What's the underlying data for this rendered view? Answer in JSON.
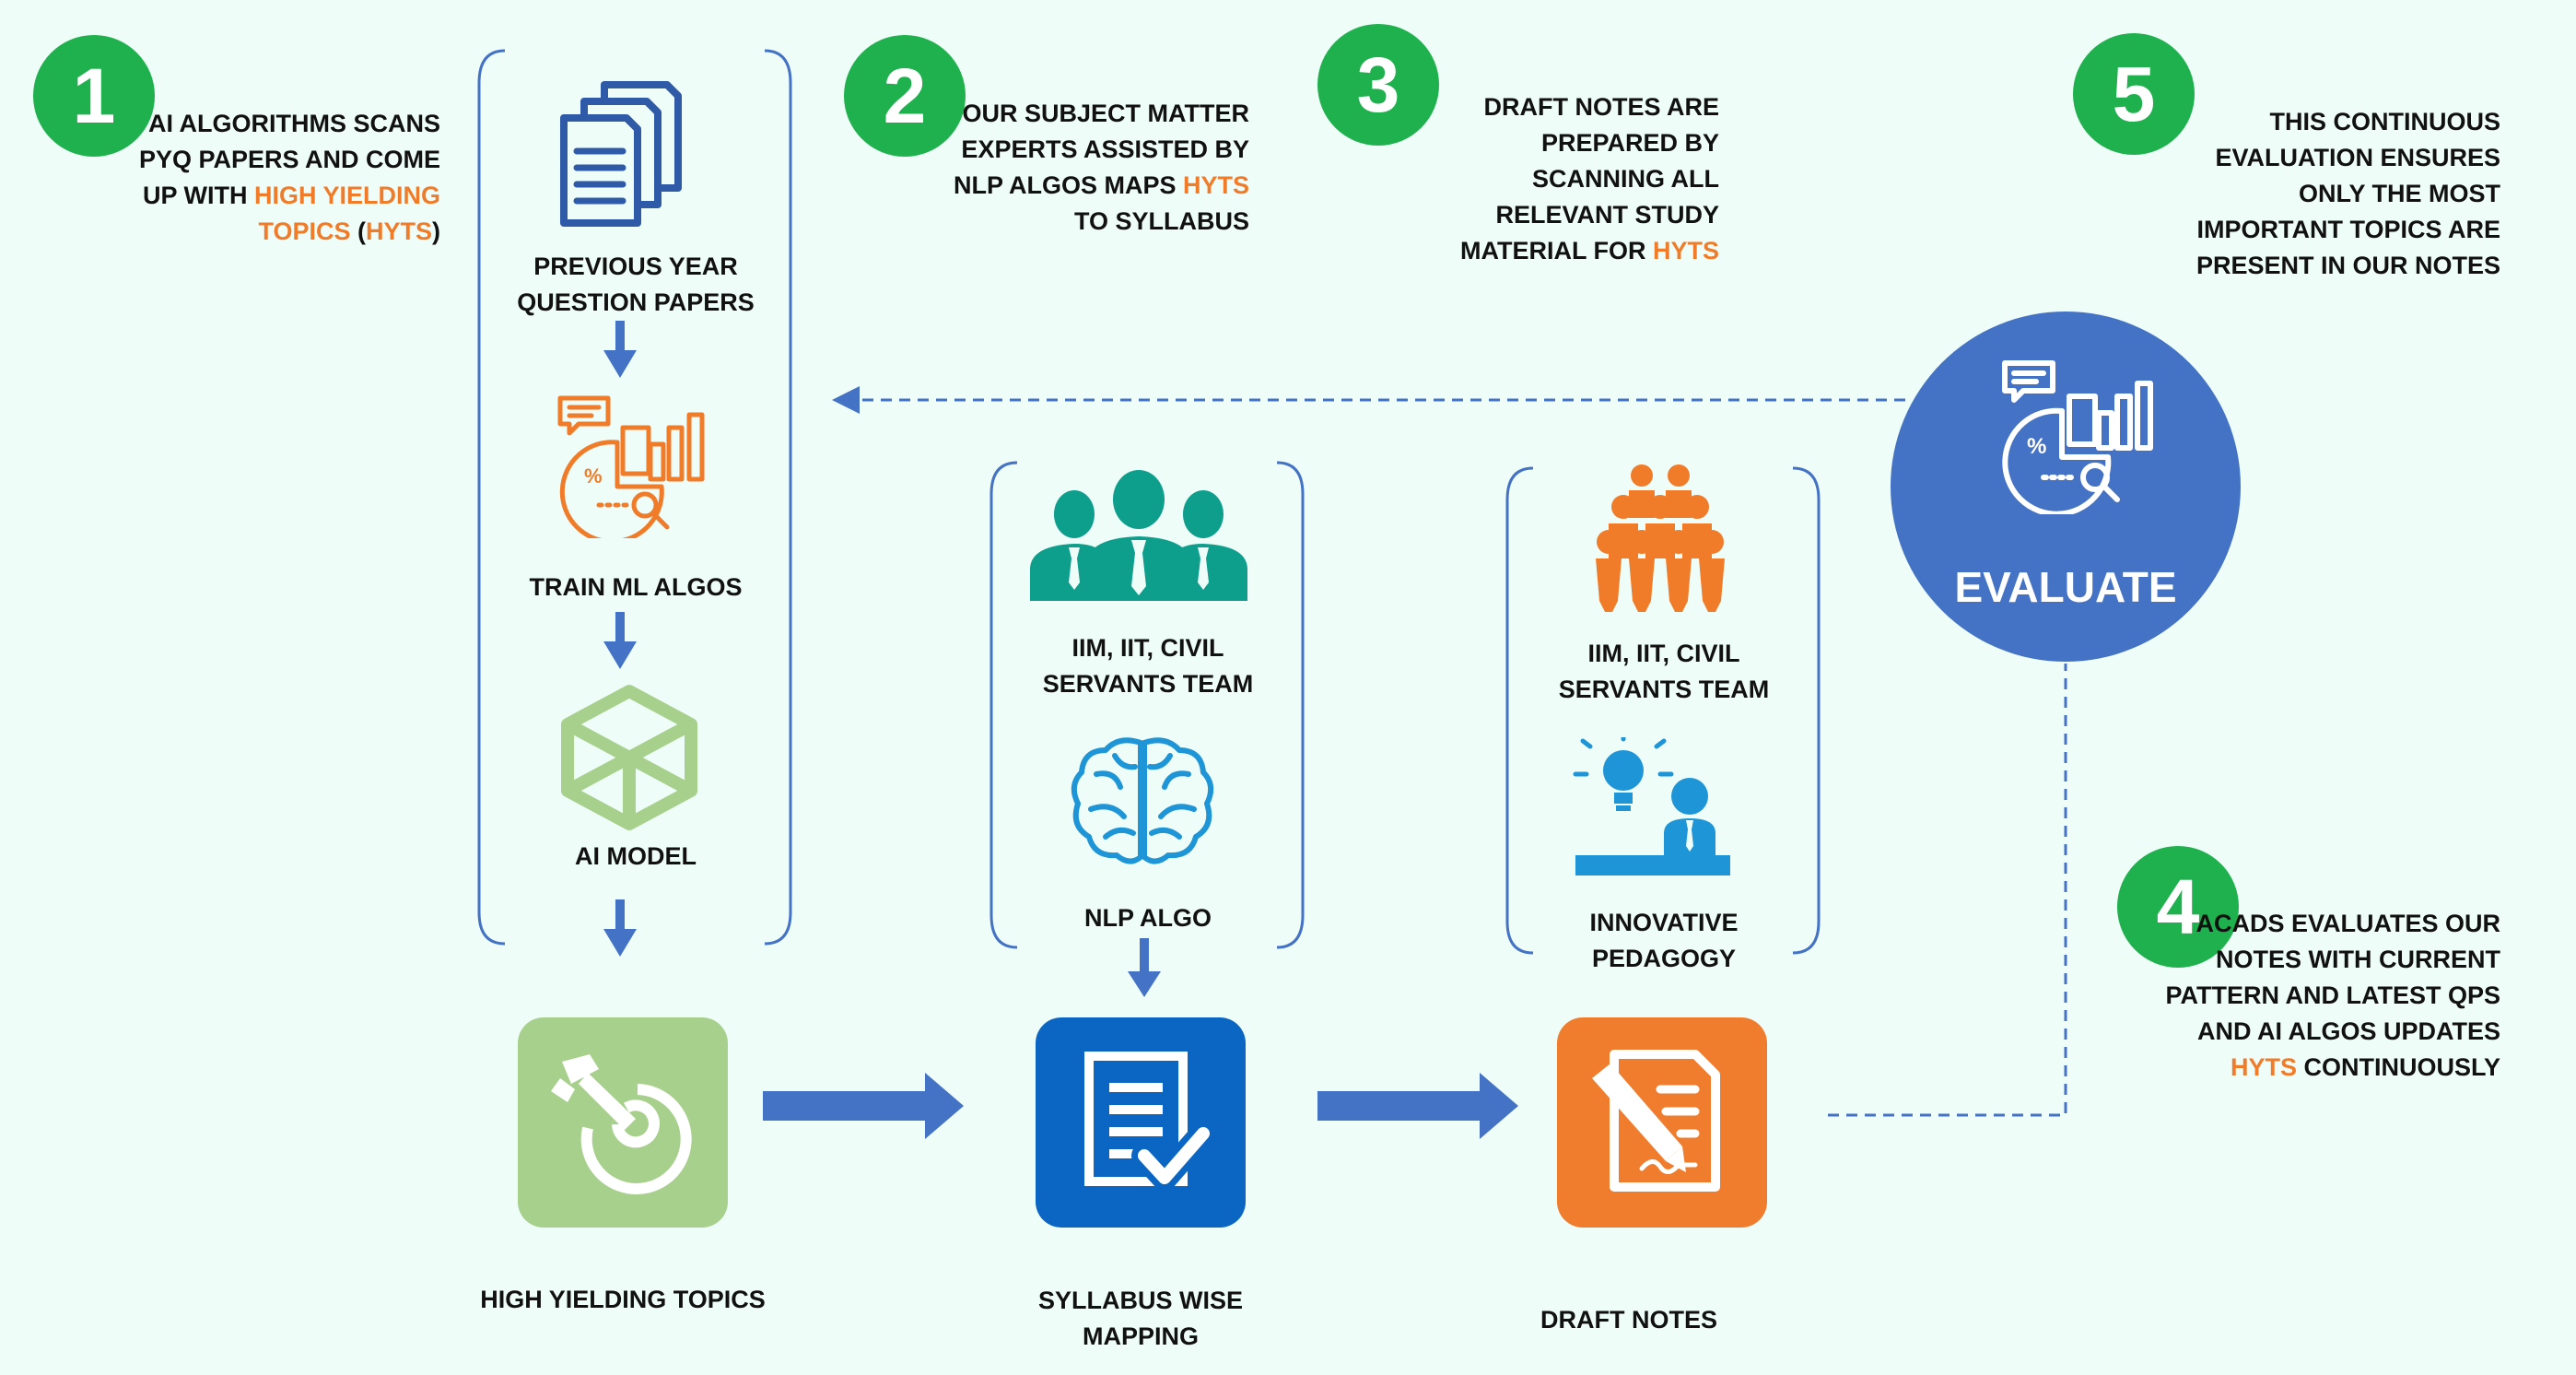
{
  "steps": [
    {
      "number": "1",
      "lines": [
        [
          "AI ALGORITHMS SCANS"
        ],
        [
          "PYQ PAPERS AND COME"
        ],
        [
          "UP WITH ",
          "HIGH YIELDING"
        ],
        [
          "TOPICS",
          "HYTS"
        ]
      ]
    },
    {
      "number": "2",
      "lines": [
        [
          "OUR SUBJECT MATTER"
        ],
        [
          "EXPERTS ASSISTED BY"
        ],
        [
          "NLP ALGOS MAPS ",
          "HYTS"
        ],
        [
          "TO SYLLABUS"
        ]
      ]
    },
    {
      "number": "3",
      "lines": [
        [
          "DRAFT NOTES ARE"
        ],
        [
          "PREPARED BY"
        ],
        [
          "SCANNING ALL"
        ],
        [
          "RELEVANT STUDY"
        ],
        [
          "MATERIAL FOR ",
          "HYTS"
        ]
      ]
    },
    {
      "number": "4",
      "lines": [
        [
          "ACADS EVALUATES OUR"
        ],
        [
          "NOTES WITH CURRENT"
        ],
        [
          "PATTERN AND LATEST QPS"
        ],
        [
          "AND AI ALGOS UPDATES"
        ],
        [
          "HYTS",
          " CONTINUOUSLY"
        ]
      ]
    },
    {
      "number": "5",
      "lines": [
        [
          "THIS CONTINUOUS"
        ],
        [
          "EVALUATION ENSURES"
        ],
        [
          "ONLY THE MOST"
        ],
        [
          "IMPORTANT TOPICS ARE"
        ],
        [
          "PRESENT IN OUR NOTES"
        ]
      ]
    }
  ],
  "step1": {
    "l1": "AI ALGORITHMS SCANS",
    "l2": "PYQ PAPERS AND COME",
    "l3a": "UP WITH ",
    "l3b": "HIGH YIELDING",
    "l4a": "TOPICS",
    "l4b": " (",
    "l4c": "HYTS",
    "l4d": ")"
  },
  "step2": {
    "l1": "OUR SUBJECT MATTER",
    "l2": "EXPERTS ASSISTED BY",
    "l3a": "NLP ALGOS MAPS ",
    "l3b": "HYTS",
    "l4": "TO SYLLABUS"
  },
  "step3": {
    "l1": "DRAFT NOTES ARE",
    "l2": "PREPARED BY",
    "l3": "SCANNING ALL",
    "l4": "RELEVANT STUDY",
    "l5a": "MATERIAL FOR ",
    "l5b": "HYTS"
  },
  "step4": {
    "l1": "ACADS EVALUATES OUR",
    "l2": "NOTES WITH CURRENT",
    "l3": "PATTERN AND LATEST QPS",
    "l4": "AND AI ALGOS UPDATES",
    "l5a": "HYTS",
    "l5b": " CONTINUOUSLY"
  },
  "step5": {
    "l1": "THIS CONTINUOUS",
    "l2": "EVALUATION ENSURES",
    "l3": "ONLY THE MOST",
    "l4": "IMPORTANT TOPICS ARE",
    "l5": "PRESENT IN OUR NOTES"
  },
  "pipeline": {
    "pyq": "PREVIOUS YEAR",
    "pyq2": "QUESTION PAPERS",
    "train": "TRAIN ML ALGOS",
    "model": "AI MODEL"
  },
  "mapping": {
    "team1": "IIM, IIT, CIVIL",
    "team2": "SERVANTS TEAM",
    "nlp": "NLP ALGO"
  },
  "drafting": {
    "team1": "IIM, IIT, CIVIL",
    "team2": "SERVANTS TEAM",
    "ped1": "INNOVATIVE",
    "ped2": "PEDAGOGY"
  },
  "outputs": {
    "hyt": "HIGH YIELDING TOPICS",
    "swm1": "SYLLABUS WISE",
    "swm2": "MAPPING",
    "draft": "DRAFT NOTES"
  },
  "evaluate": {
    "label": "EVALUATE"
  },
  "colors": {
    "green_badge": "#1fb14d",
    "orange": "#f07c29",
    "blue_arrow": "#4472c4",
    "evaluate_circle": "#4472c4",
    "teal": "#0e9e8c",
    "light_green": "#a8d08d",
    "blue_tile": "#0a66c2",
    "orange_tile": "#ef7d2d",
    "background": "#effdf9"
  },
  "icons": [
    "documents-icon",
    "analytics-icon",
    "cube-icon",
    "target-icon",
    "team-icon",
    "brain-icon",
    "checklist-icon",
    "people-group-icon",
    "presenter-idea-icon",
    "pencil-note-icon",
    "evaluate-analytics-icon"
  ]
}
